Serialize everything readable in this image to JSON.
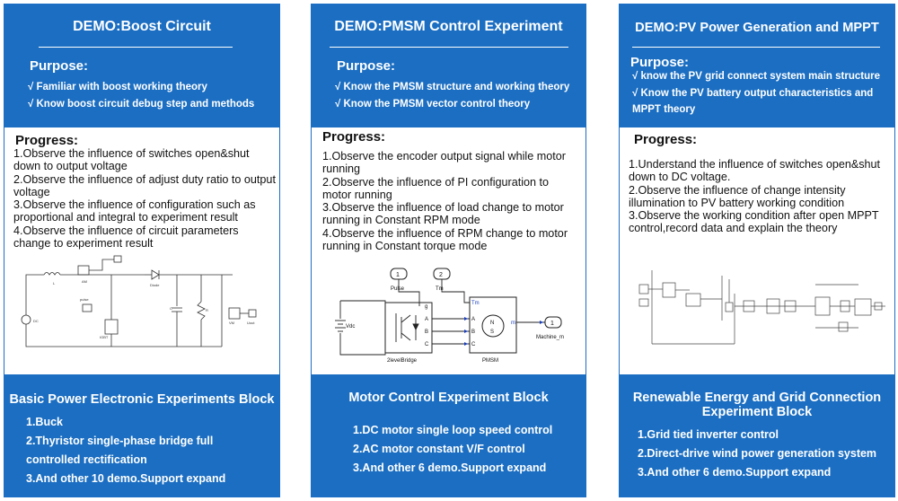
{
  "cards": [
    {
      "title": "DEMO:Boost Circuit",
      "purpose_heading": "Purpose:",
      "purpose": [
        "√ Familiar with boost working theory",
        "√ Know boost circuit debug step and methods"
      ],
      "progress_heading": "Progress:",
      "progress": [
        "1.Observe the influence of  switches open&shut down to output voltage",
        "2.Observe the influence of adjust duty ratio to output voltage",
        "3.Observe the influence of configuration such as proportional and integral to experiment result",
        "4.Observe the influence of circuit parameters change to experiment result"
      ],
      "block_title": "Basic Power Electronic Experiments Block",
      "block_items": [
        "1.Buck",
        "2.Thyristor single-phase bridge full controlled rectification",
        "3.And other 10 demo.Support expand"
      ]
    },
    {
      "title": "DEMO:PMSM Control Experiment",
      "purpose_heading": "Purpose:",
      "purpose": [
        "√ Know the PMSM structure  and working theory",
        "√ Know the PMSM vector control theory"
      ],
      "progress_heading": "Progress:",
      "progress": [
        "1.Observe the encoder output signal while motor running",
        "2.Observe the influence of PI configuration to motor running",
        "3.Observe the influence of load change to motor running in Constant RPM mode",
        "4.Observe the influence of RPM change to motor running in Constant torque mode"
      ],
      "diagram": {
        "pulse_num": "1",
        "pulse_label": "Pulse",
        "tm_num": "2",
        "tm_label": "Tm",
        "vdc_label": "Vdc",
        "bridge_label": "2levelBridge",
        "pmsm_label": "PMSM",
        "out_num": "1",
        "out_label": "Machine_m",
        "port_tm": "Tm",
        "port_m": "m",
        "port_a": "A",
        "port_b": "B",
        "port_c": "C",
        "port_g": "g",
        "motor_n": "N",
        "motor_s": "S"
      },
      "block_title": "Motor Control Experiment Block",
      "block_items": [
        "1.DC motor single loop speed control",
        "2.AC motor constant V/F control",
        "3.And other 6 demo.Support expand"
      ]
    },
    {
      "title": "DEMO:PV Power Generation and MPPT",
      "purpose_heading": "Purpose:",
      "purpose": [
        "√ know the PV grid connect system main structure",
        "√ Know the PV battery output characteristics and MPPT theory"
      ],
      "progress_heading": "Progress:",
      "progress": [
        "1.Understand the influence of  switches open&shut down to DC voltage.",
        "2.Observe the influence of change intensity illumination to PV battery working condition",
        "3.Observe the working condition after open MPPT control,record data and explain the theory"
      ],
      "block_title": "Renewable Energy and Grid Connection Experiment Block",
      "block_items": [
        "1.Grid tied inverter control",
        "2.Direct-drive wind power generation system",
        "3.And other 6 demo.Support expand"
      ]
    }
  ],
  "colors": {
    "panel_blue": "#1b6ec2",
    "text_dark": "#111111",
    "white": "#ffffff"
  }
}
